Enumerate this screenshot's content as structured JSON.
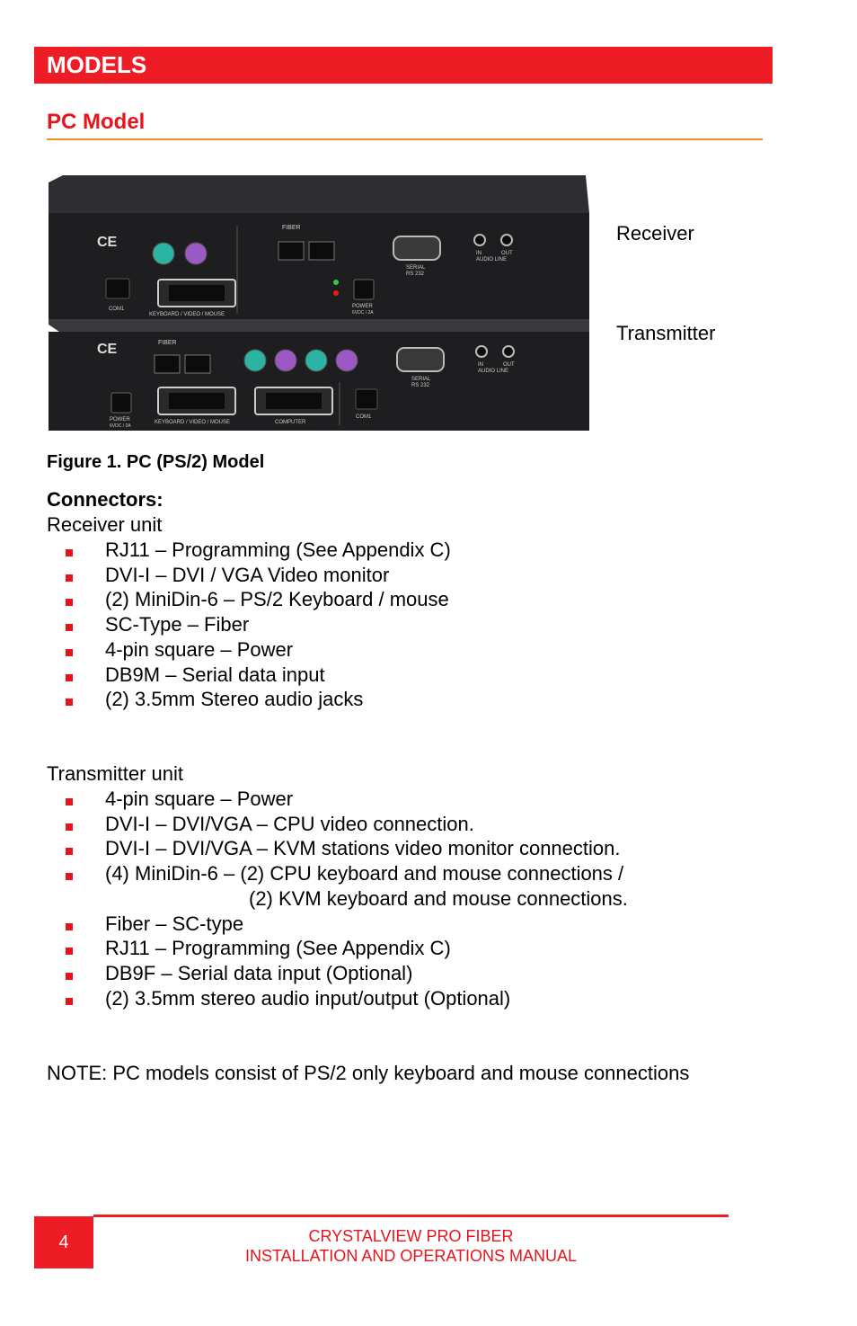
{
  "header": {
    "title": "MODELS",
    "subtitle": "PC Model"
  },
  "figure": {
    "labels": {
      "top": "Receiver",
      "bottom": "Transmitter"
    },
    "caption": "Figure 1. PC (PS/2) Model",
    "device_text": {
      "ce": "CE",
      "com1": "COM1",
      "kvm": "KEYBOARD / VIDEO / MOUSE",
      "fiber": "FIBER",
      "serial": "SERIAL",
      "rs232": "RS 232",
      "power": "POWER",
      "power_spec": "6VDC / 2A",
      "audio_in": "IN",
      "audio_out": "OUT",
      "audio_line": "AUDIO LINE",
      "computer": "COMPUTER"
    },
    "colors": {
      "device": "#1e1e20",
      "ps2_keyboard": "#9b59c6",
      "ps2_mouse": "#2bb3a3",
      "led_green": "#2ecc40",
      "led_red": "#e0201a"
    }
  },
  "connectors": {
    "heading": "Connectors:",
    "receiver": {
      "title": "Receiver unit",
      "items": [
        "RJ11 – Programming (See Appendix C)",
        "DVI-I – DVI / VGA Video monitor",
        "(2) MiniDin-6 – PS/2 Keyboard / mouse",
        "SC-Type – Fiber",
        "4-pin square – Power",
        "DB9M – Serial data input",
        "(2) 3.5mm Stereo audio jacks"
      ]
    },
    "transmitter": {
      "title": "Transmitter unit",
      "items": [
        "4-pin square – Power",
        "DVI-I – DVI/VGA – CPU video connection.",
        "DVI-I – DVI/VGA – KVM stations video monitor connection.",
        "(4) MiniDin-6 – (2) CPU keyboard and mouse connections /",
        "Fiber – SC-type",
        "RJ11 – Programming (See Appendix C)",
        "DB9F – Serial data input (Optional)",
        "(2) 3.5mm  stereo audio input/output (Optional)"
      ],
      "continuation": "(2) KVM keyboard and mouse connections."
    }
  },
  "note": "NOTE: PC models consist of PS/2 only keyboard and mouse connections",
  "footer": {
    "page": "4",
    "line1": "CRYSTALVIEW PRO FIBER",
    "line2": "INSTALLATION AND OPERATIONS MANUAL"
  },
  "colors": {
    "accent_red": "#ee1c25",
    "rule_orange": "#f08a24",
    "text_red": "#e8141c"
  }
}
